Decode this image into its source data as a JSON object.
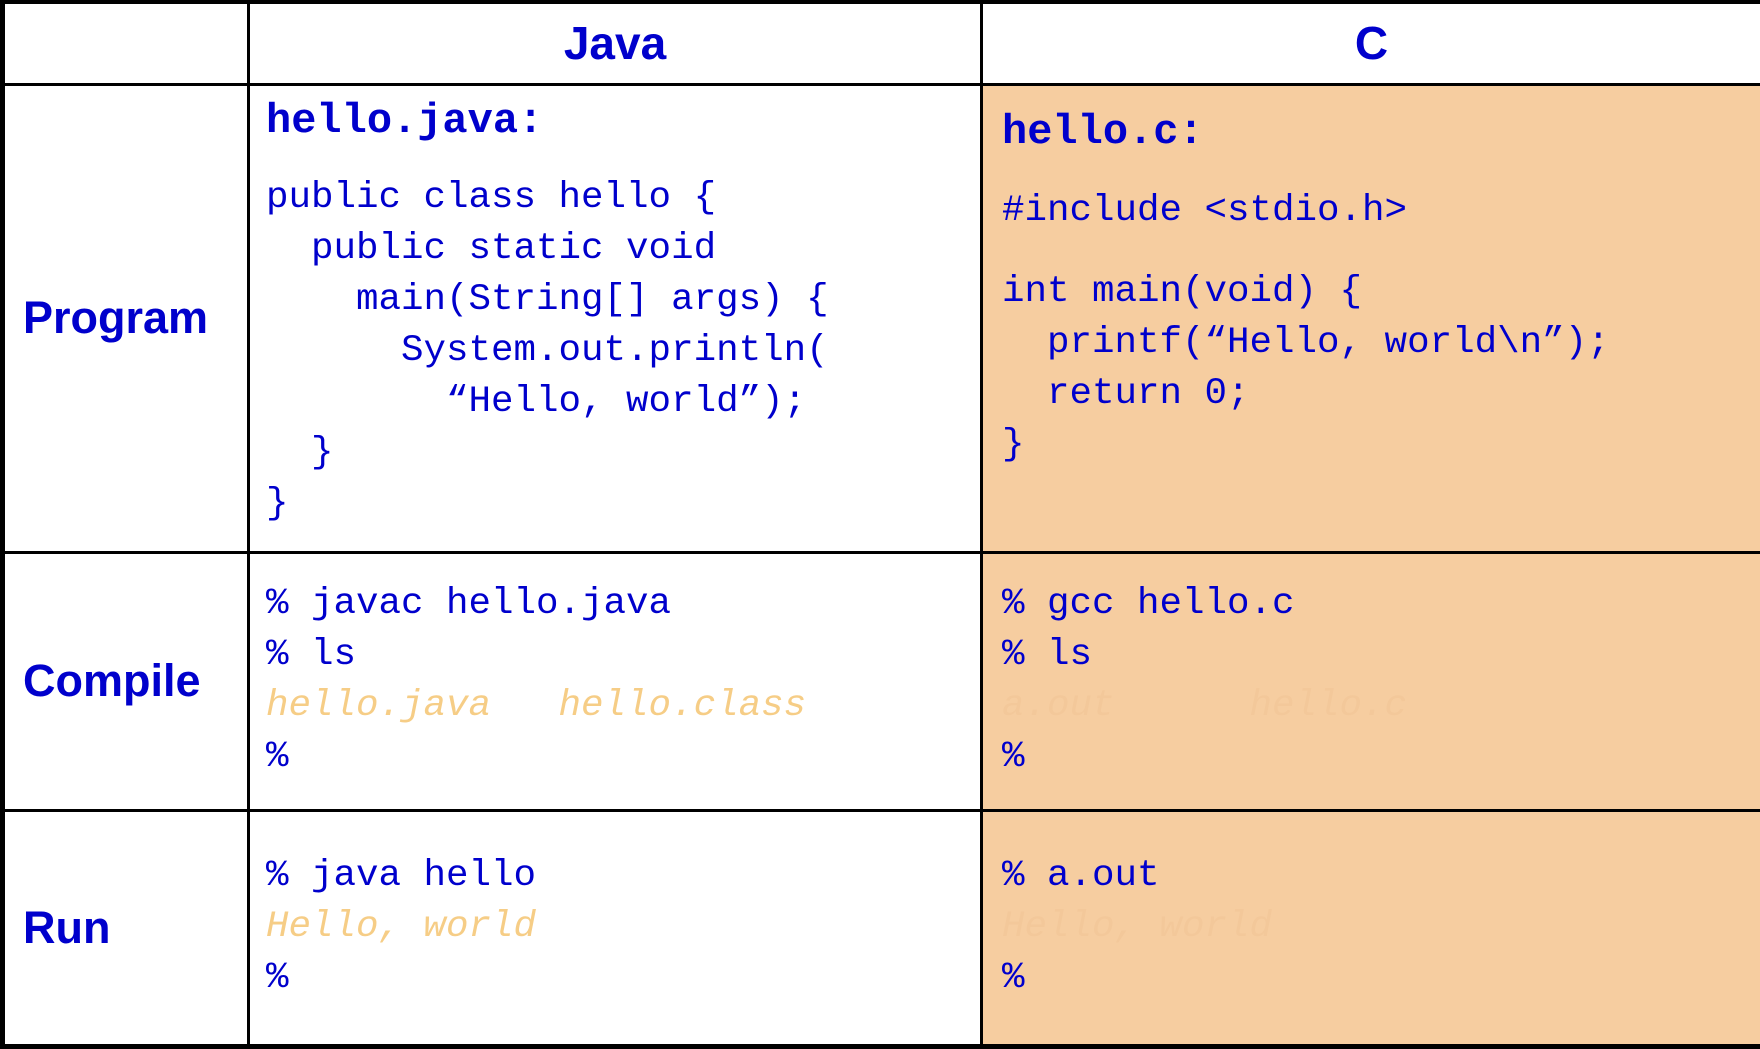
{
  "headers": {
    "java": "Java",
    "c": "C"
  },
  "rows": {
    "program": "Program",
    "compile": "Compile",
    "run": "Run"
  },
  "program": {
    "java_filename": "hello.java:",
    "java_lines": [
      "public class hello {",
      "  public static void",
      "    main(String[] args) {",
      "      System.out.println(",
      "        “Hello, world”);",
      "  }",
      "}"
    ],
    "c_filename": "hello.c:",
    "c_include": "#include <stdio.h>",
    "c_lines": [
      "int main(void) {",
      "  printf(“Hello, world\\n”);",
      "  return 0;",
      "}"
    ]
  },
  "compile": {
    "java_cmd": "% javac hello.java",
    "java_ls": "% ls",
    "java_output": "hello.java   hello.class",
    "java_prompt": "%",
    "c_cmd": "% gcc hello.c",
    "c_ls": "% ls",
    "c_output": "a.out      hello.c",
    "c_prompt": "%"
  },
  "run": {
    "java_cmd": "% java hello",
    "java_output": "Hello, world",
    "java_prompt": "%",
    "c_cmd": "% a.out",
    "c_output": "Hello, world",
    "c_prompt": "%"
  }
}
